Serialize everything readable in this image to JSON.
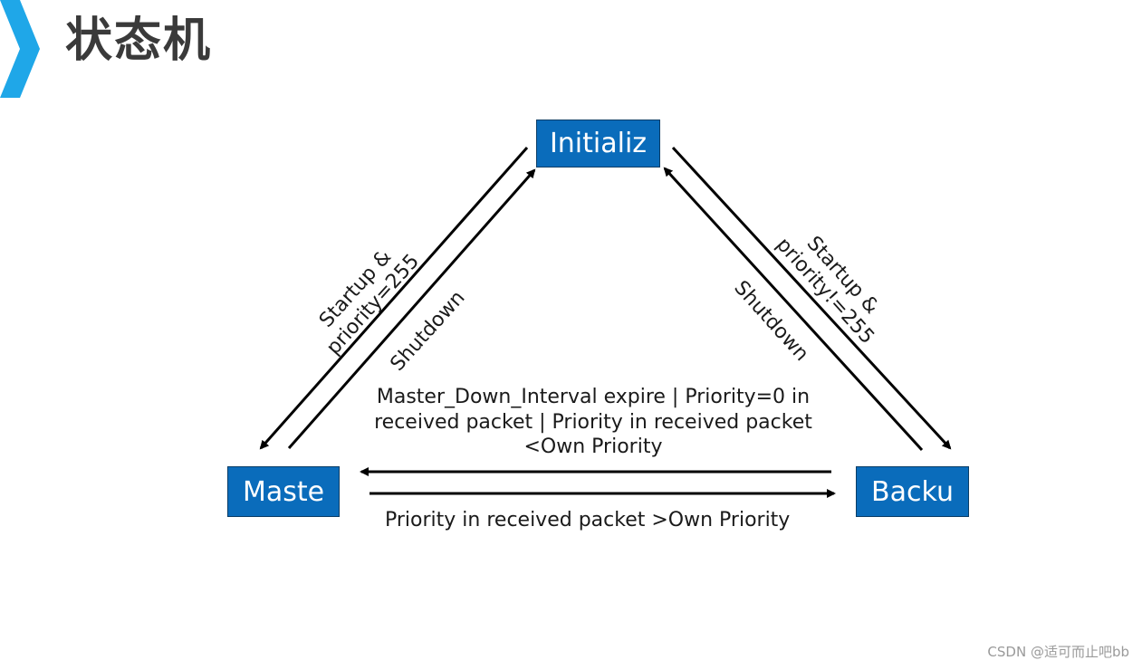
{
  "page": {
    "title": "状态机"
  },
  "colors": {
    "accent_chevron": "#1fa7e8",
    "node_fill": "#0a6cbb",
    "node_border": "#0b3d66"
  },
  "nodes": {
    "initialize": "Initializ",
    "master": "Maste",
    "backup": "Backu"
  },
  "edges": {
    "init_to_master": {
      "line1": "Startup &",
      "line2": "priority=255"
    },
    "master_to_init": "Shutdown",
    "init_to_backup": {
      "line1": "Startup &",
      "line2": "priority!=255"
    },
    "backup_to_init": "Shutdown",
    "backup_to_master": {
      "line1": "Master_Down_Interval expire | Priority=0 in",
      "line2": "received packet | Priority in received packet",
      "line3": "<Own Priority"
    },
    "master_to_backup": "Priority in received packet >Own Priority"
  },
  "watermark": "CSDN @适可而止吧bb"
}
